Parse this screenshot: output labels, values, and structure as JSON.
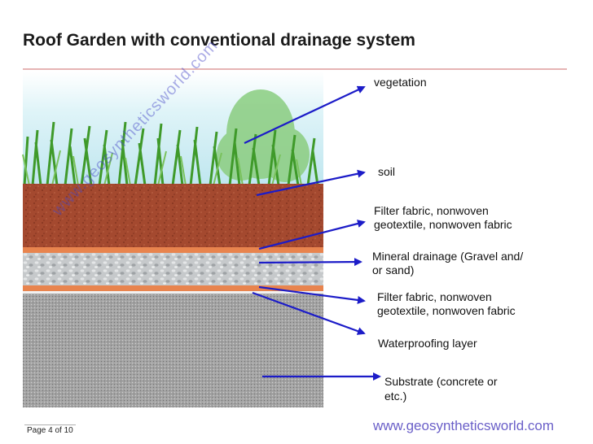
{
  "title": "Roof Garden with conventional drainage system",
  "labels": {
    "vegetation": "vegetation",
    "soil": "soil",
    "filter_fabric_1_line1": "Filter fabric, nonwoven",
    "filter_fabric_1_line2": "geotextile, nonwoven fabric",
    "mineral_drainage_line1": "Mineral drainage (Gravel and/",
    "mineral_drainage_line2": "or sand)",
    "filter_fabric_2_line1": "Filter fabric, nonwoven",
    "filter_fabric_2_line2": "geotextile, nonwoven fabric",
    "waterproofing": "Waterproofing layer",
    "substrate_line1": "Substrate (concrete or",
    "substrate_line2": "etc.)"
  },
  "watermark": "www.geosyntheticsworld.com",
  "footer": {
    "page": "Page 4 of  10",
    "website": "www.geosyntheticsworld.com"
  },
  "colors": {
    "arrow": "#1c1cc8",
    "sky": "#cdeef6",
    "grass": "#3f9a2a",
    "soil": "#a4492f",
    "filter_fabric": "#e8844e",
    "gravel": "#c3c6c8",
    "substrate": "#9d9d9d"
  }
}
